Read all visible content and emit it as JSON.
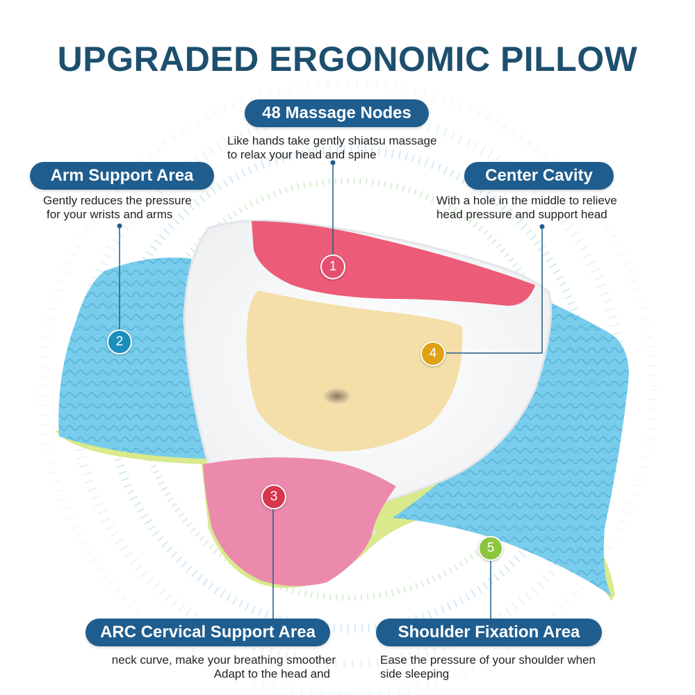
{
  "title": "UPGRADED ERGONOMIC PILLOW",
  "features": [
    {
      "number": "1",
      "label": "48 Massage Nodes",
      "desc": [
        "Like hands take gently shiatsu massage",
        "to relax your head and spine"
      ],
      "color": "#e5506f"
    },
    {
      "number": "2",
      "label": "Arm Support Area",
      "desc": [
        "Gently reduces the pressure",
        "for your wrists and arms"
      ],
      "color": "#1a8fbe"
    },
    {
      "number": "3",
      "label": "ARC Cervical Support Area",
      "desc": [
        "neck curve, make your breathing smoother",
        "Adapt to the head and"
      ],
      "color": "#d8364c"
    },
    {
      "number": "4",
      "label": "Center Cavity",
      "desc": [
        "With a hole in the middle to relieve",
        "head pressure and support head"
      ],
      "color": "#e0a113"
    },
    {
      "number": "5",
      "label": "Shoulder Fixation Area",
      "desc": [
        "Ease the pressure of your shoulder when",
        "side sleeping"
      ],
      "color": "#8cc63f"
    }
  ],
  "colors": {
    "title": "#1d4f6e",
    "pill": "#1f5d8e",
    "line": "#1f5d8e",
    "wing": "#6fc9ea",
    "trim": "#d8e88a",
    "top": "#ffffff",
    "massage": "#ec5b78",
    "cavity": "#f5dfa8",
    "neck": "#ec8aae"
  }
}
